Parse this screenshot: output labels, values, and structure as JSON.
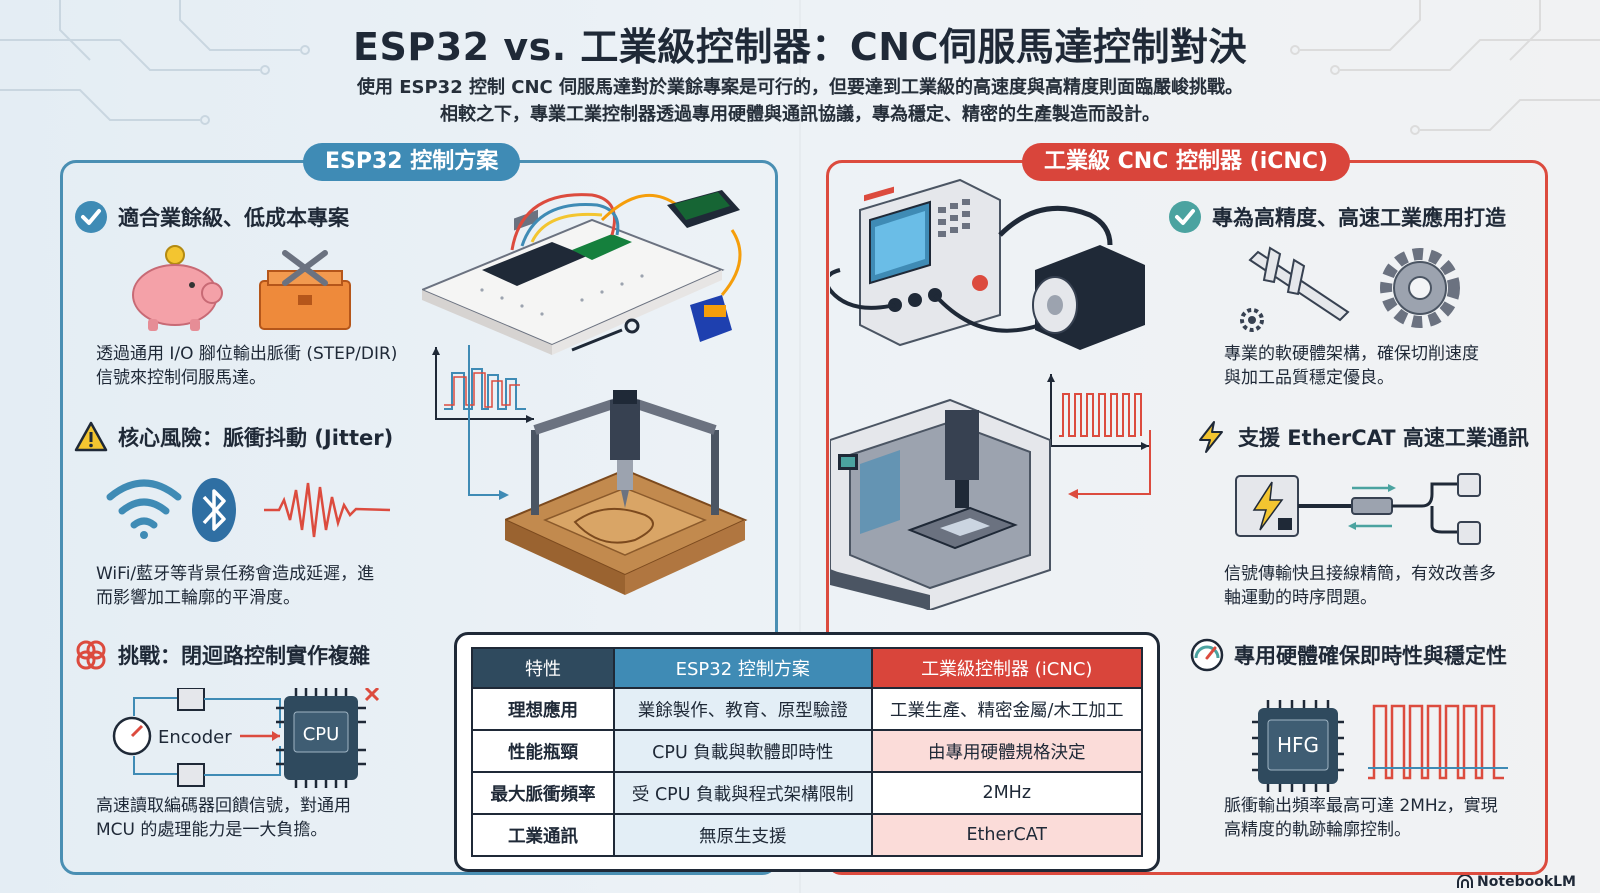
{
  "title": "ESP32 vs. 工業級控制器：CNC伺服馬達控制對決",
  "subtitle": {
    "line1": "使用 ESP32 控制 CNC 伺服馬達對於業餘專案是可行的，但要達到工業級的高速度與高精度則面臨嚴峻挑戰。",
    "line2": "相較之下，專業工業控制器透過專用硬體與通訊協議，專為穩定、精密的生產製造而設計。"
  },
  "left": {
    "title": "ESP32 控制方案",
    "accent": "#3f8bb5",
    "sections": [
      {
        "icon": "check-circle-icon",
        "heading": "適合業餘級、低成本專案",
        "text": "透過通用 I/O 腳位輸出脈衝 (STEP/DIR)\n信號來控制伺服馬達。"
      },
      {
        "icon": "warning-triangle-icon",
        "heading": "核心風險：脈衝抖動 (Jitter)",
        "text": "WiFi/藍牙等背景任務會造成延遲，進\n而影響加工輪廓的平滑度。"
      },
      {
        "icon": "tangled-knot-icon",
        "heading": "挑戰：閉迴路控制實作複雜",
        "text": "高速讀取編碼器回饋信號，對通用\nMCU 的處理能力是一大負擔。"
      }
    ],
    "diagram": {
      "encoder_label": "Encoder",
      "cpu_label": "CPU"
    }
  },
  "right": {
    "title": "工業級 CNC 控制器 (iCNC)",
    "accent": "#d9453b",
    "sections": [
      {
        "icon": "check-circle-icon",
        "heading": "專為高精度、高速工業應用打造",
        "text": "專業的軟硬體架構，確保切削速度\n與加工品質穩定優良。"
      },
      {
        "icon": "lightning-bolt-icon",
        "heading": "支援 EtherCAT 高速工業通訊",
        "text": "信號傳輸快且接線精簡，有效改善多\n軸運動的時序問題。"
      },
      {
        "icon": "gauge-icon",
        "heading": "專用硬體確保即時性與穩定性",
        "text": "脈衝輸出頻率最高可達 2MHz，實現\n高精度的軌跡輪廓控制。"
      }
    ],
    "diagram": {
      "chip_label": "HFG"
    }
  },
  "table": {
    "headers": [
      "特性",
      "ESP32 控制方案",
      "工業級控制器 (iCNC)"
    ],
    "rows": [
      [
        "理想應用",
        "業餘製作、教育、原型驗證",
        "工業生產、精密金屬/木工加工"
      ],
      [
        "性能瓶頸",
        "CPU 負載與軟體即時性",
        "由專用硬體規格決定"
      ],
      [
        "最大脈衝頻率",
        "受 CPU 負載與程式架構限制",
        "2MHz"
      ],
      [
        "工業通訊",
        "無原生支援",
        "EtherCAT"
      ]
    ]
  },
  "brand": "NotebookLM"
}
